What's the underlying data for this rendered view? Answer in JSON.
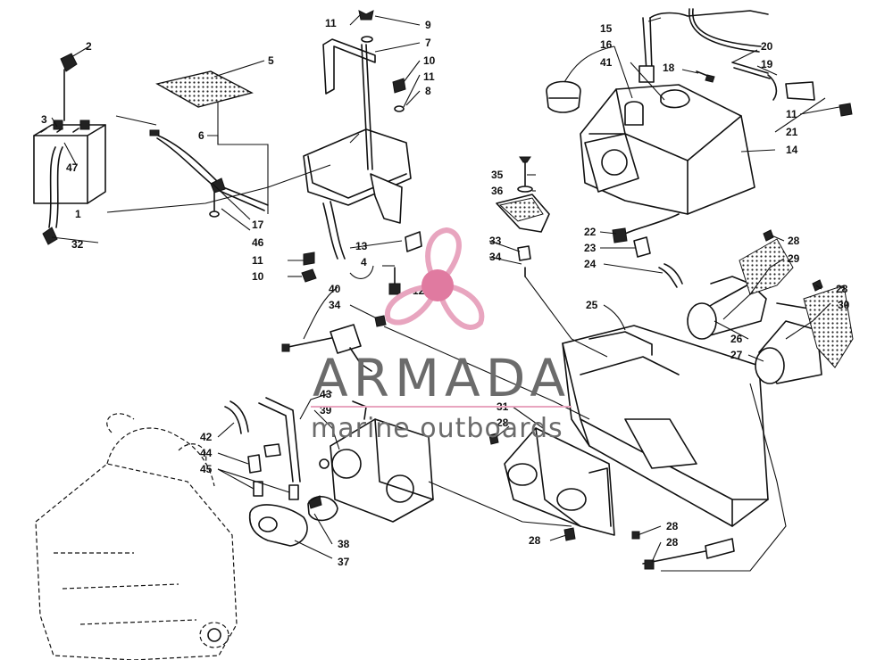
{
  "watermark": {
    "brand": "ARMADA",
    "tagline": "marine outboards",
    "logo_color": "#e8a5bf",
    "logo_center_color": "#e07aa0",
    "text_color": "#6b6b6b"
  },
  "callouts": {
    "c1": "1",
    "c2": "2",
    "c3": "3",
    "c4": "4",
    "c5": "5",
    "c6": "6",
    "c7": "7",
    "c8": "8",
    "c9": "9",
    "c10a": "10",
    "c10b": "10",
    "c11a": "11",
    "c11b": "11",
    "c11c": "11",
    "c11d": "11",
    "c12": "12",
    "c13": "13",
    "c14": "14",
    "c15": "15",
    "c16": "16",
    "c17": "17",
    "c18": "18",
    "c19": "19",
    "c20": "20",
    "c21": "21",
    "c22": "22",
    "c23": "23",
    "c24": "24",
    "c25": "25",
    "c26": "26",
    "c27": "27",
    "c28a": "28",
    "c28b": "28",
    "c28c": "28",
    "c28d": "28",
    "c28e": "28",
    "c28f": "28",
    "c29": "29",
    "c30": "30",
    "c31": "31",
    "c32": "32",
    "c33": "33",
    "c34a": "34",
    "c34b": "34",
    "c35": "35",
    "c36": "36",
    "c37": "37",
    "c38": "38",
    "c39": "39",
    "c40": "40",
    "c41": "41",
    "c42": "42",
    "c43": "43",
    "c44": "44",
    "c45": "45",
    "c46": "46",
    "c47": "47"
  }
}
